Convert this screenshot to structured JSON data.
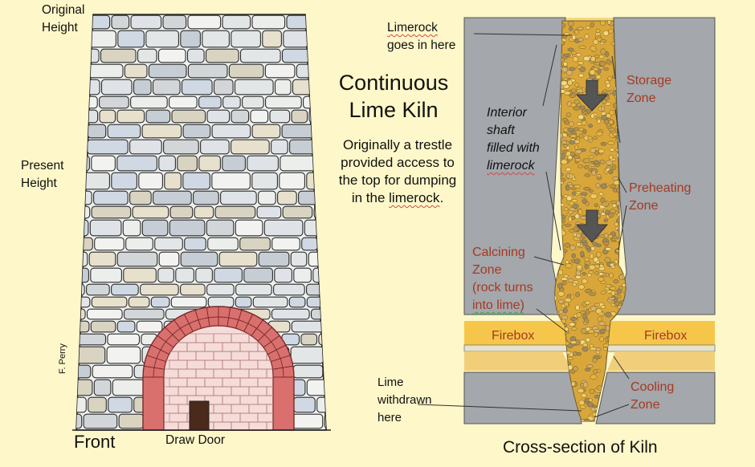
{
  "front": {
    "original_height": [
      "Original",
      "Height"
    ],
    "present_height": [
      "Present",
      "Height"
    ],
    "front_label": "Front",
    "draw_door_label": "Draw Door",
    "artist": "F. Perry"
  },
  "title": [
    "Continuous",
    "Lime Kiln"
  ],
  "description": [
    "Originally a trestle",
    "provided access to",
    "the top for dumping",
    "in the ",
    "limerock",
    "."
  ],
  "cross": {
    "limerock_in": [
      "Limerock",
      " goes in here"
    ],
    "interior": [
      "Interior",
      "shaft",
      "filled with",
      "limerock"
    ],
    "storage": [
      "Storage",
      "Zone"
    ],
    "preheating": [
      "Preheating",
      "Zone"
    ],
    "calcining": [
      "Calcining",
      "Zone",
      "(rock turns",
      "into lime)"
    ],
    "firebox_left": "Firebox",
    "firebox_right": "Firebox",
    "cooling": [
      "Cooling",
      "Zone"
    ],
    "lime_withdrawn": [
      "Lime",
      "withdrawn",
      "here"
    ],
    "caption": "Cross-section of Kiln"
  },
  "colors": {
    "background": "#fdf7c9",
    "stone_gray": "#9fa2a6",
    "brick_red": "#c7454a",
    "firebox_yellow": "#f6c64a",
    "zone_text": "#a33a22"
  }
}
